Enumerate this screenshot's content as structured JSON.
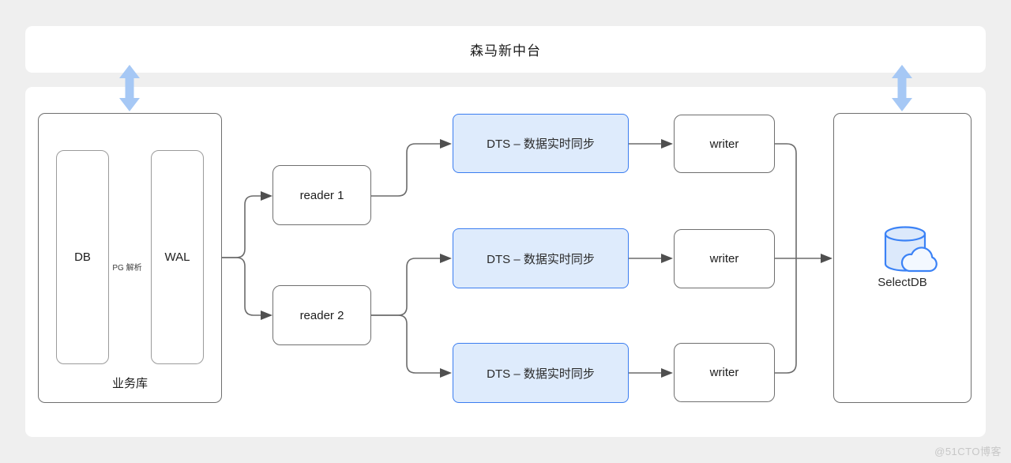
{
  "banner": {
    "title": "森马新中台"
  },
  "watermark": "@51CTO博客",
  "diagram": {
    "source_group": {
      "label": "业务库",
      "db": "DB",
      "wal": "WAL",
      "edge_label": "PG 解析"
    },
    "readers": [
      "reader 1",
      "reader 2"
    ],
    "dts": [
      "DTS – 数据实时同步",
      "DTS – 数据实时同步",
      "DTS – 数据实时同步"
    ],
    "writers": [
      "writer",
      "writer",
      "writer"
    ],
    "target": {
      "label": "SelectDB",
      "icon": "database-cloud-icon"
    },
    "colors": {
      "background": "#efefef",
      "panel_white": "#ffffff",
      "line_gray": "#6b6b6b",
      "arrowhead_gray": "#4f4f4f",
      "dts_border_blue": "#3b7df0",
      "dts_fill_blue": "#deebfc",
      "sync_arrow_blue": "#a6c8f5",
      "icon_blue": "#3b82f6",
      "icon_fill": "#dce9fb",
      "watermark_gray": "#c7c7c7"
    }
  }
}
